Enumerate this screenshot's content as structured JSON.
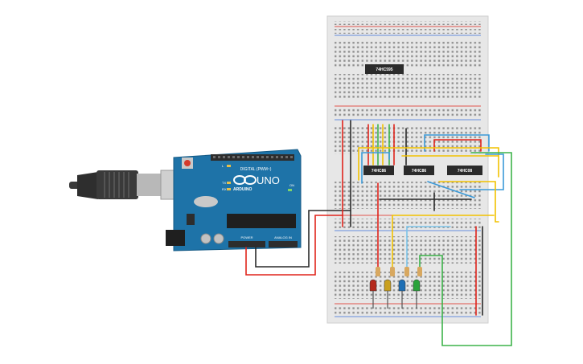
{
  "breadboard": {
    "chips": [
      {
        "label": "74HC595"
      },
      {
        "label": "74HC86"
      },
      {
        "label": "74HC86"
      },
      {
        "label": "74HC08"
      }
    ]
  },
  "arduino": {
    "brand": "ARDUINO",
    "model": "UNO",
    "digital_label": "DIGITAL (PWM~)",
    "power_label": "POWER",
    "analog_label": "ANALOG IN",
    "tx": "TX",
    "rx": "RX",
    "l": "L",
    "on": "ON"
  },
  "leds": [
    {
      "color": "#b52a1c"
    },
    {
      "color": "#c9a01f"
    },
    {
      "color": "#1e6fb5"
    },
    {
      "color": "#2aa23a"
    }
  ],
  "colors": {
    "wire_red": "#e0241b",
    "wire_black": "#2a2a2a",
    "wire_yellow": "#f2c200",
    "wire_blue": "#3b9ad9",
    "wire_green": "#3db34a",
    "wire_lightblue": "#7cc4e8",
    "board_blue": "#1e73a8"
  }
}
